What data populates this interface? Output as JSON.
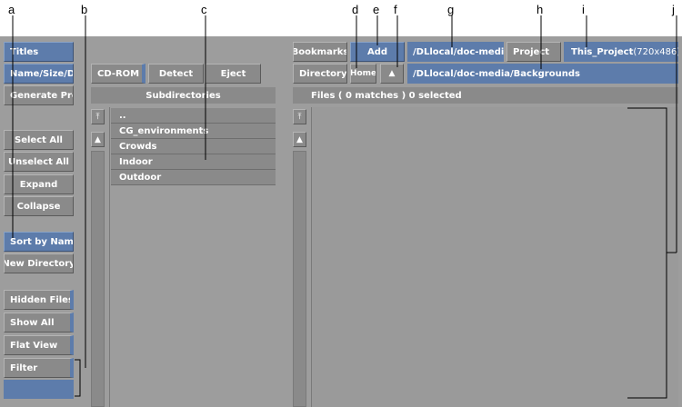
{
  "callouts": [
    "a",
    "b",
    "c",
    "d",
    "e",
    "f",
    "g",
    "h",
    "i",
    "j"
  ],
  "left_buttons": {
    "titles": "Titles",
    "name_size_date": "Name/Size/Date",
    "generate_proxy": "Generate Proxy",
    "select_all": "Select All",
    "unselect_all": "Unselect All",
    "expand": "Expand",
    "collapse": "Collapse",
    "sort_by_name": "Sort by Name",
    "new_directory": "New Directory",
    "hidden_files": "Hidden Files",
    "show_all": "Show All",
    "flat_view": "Flat View",
    "filter": "Filter",
    "filter_value": ""
  },
  "device": {
    "cdrom": "CD-ROM",
    "detect": "Detect",
    "eject": "Eject"
  },
  "subdirectories": {
    "header": "Subdirectories",
    "items": [
      {
        "label": ".."
      },
      {
        "label": "CG_environments"
      },
      {
        "label": "Crowds"
      },
      {
        "label": "Indoor"
      },
      {
        "label": "Outdoor"
      }
    ]
  },
  "top_bar": {
    "bookmarks": "Bookmarks",
    "add": "Add",
    "bookmark_path": "/DLlocal/doc-media",
    "project_label": "Project",
    "project_value": "This_Project",
    "project_resolution": "(720x486)",
    "directory_label": "Directory",
    "home": "Home",
    "up_icon": "up-arrow-icon",
    "directory_path": "/DLlocal/doc-media/Backgrounds"
  },
  "files": {
    "header": "Files ( 0 matches ) 0 selected"
  },
  "colors": {
    "panel": "#9d9d9d",
    "button": "#8a8a8a",
    "accent_blue": "#5d7cab",
    "text": "#ffffff"
  }
}
